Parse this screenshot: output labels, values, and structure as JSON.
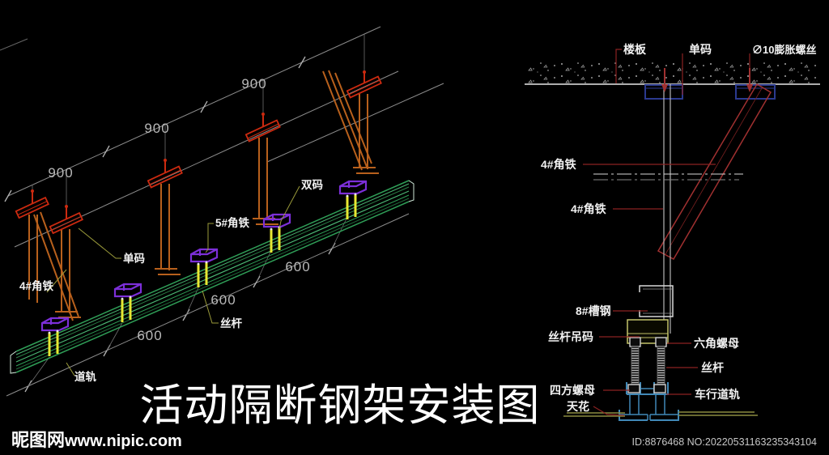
{
  "title": "活动隔断钢架安装图",
  "watermark": {
    "site": "昵图网",
    "url": "www.nipic.com"
  },
  "footer": {
    "id_text": "ID:8876468 NO:20220531163235343104"
  },
  "iso": {
    "dims_top": [
      "900",
      "900",
      "900"
    ],
    "dims_bottom": [
      "600",
      "600",
      "600"
    ],
    "labels": {
      "dan_ma": "单码",
      "shuang_ma": "双码",
      "jiao_tie_4": "4#角铁",
      "jiao_tie_5": "5#角铁",
      "si_gan": "丝杆",
      "dao_gui": "道轨"
    }
  },
  "section": {
    "labels": {
      "lou_ban": "楼板",
      "dan_ma": "单码",
      "peng_zhang_luo_si": "∅10膨胀螺丝",
      "jiao_tie_4_brace": "4#角铁",
      "jiao_tie_4_vert": "4#角铁",
      "cao_gang_8": "8#槽钢",
      "si_gan_diao_ma": "丝杆吊码",
      "liu_jiao_luo_mu": "六角螺母",
      "si_gan": "丝杆",
      "si_fang_luo_mu": "四方螺母",
      "che_xing_dao_gui": "车行道轨",
      "tian_hua": "天花"
    }
  },
  "colors": {
    "background": "#000000",
    "track_green": "#37a05c",
    "hanger_orange": "#b8601c",
    "bracket_red": "#cc2a10",
    "clamp_purple": "#7c2fd8",
    "rod_yellow": "#e8e832",
    "leader_olive": "#9a9a3a",
    "leader_dark_red": "#8b2222",
    "track_blue": "#4189b8",
    "box_khaki": "#c3c36a",
    "dim_gray": "#8c8c8c"
  }
}
